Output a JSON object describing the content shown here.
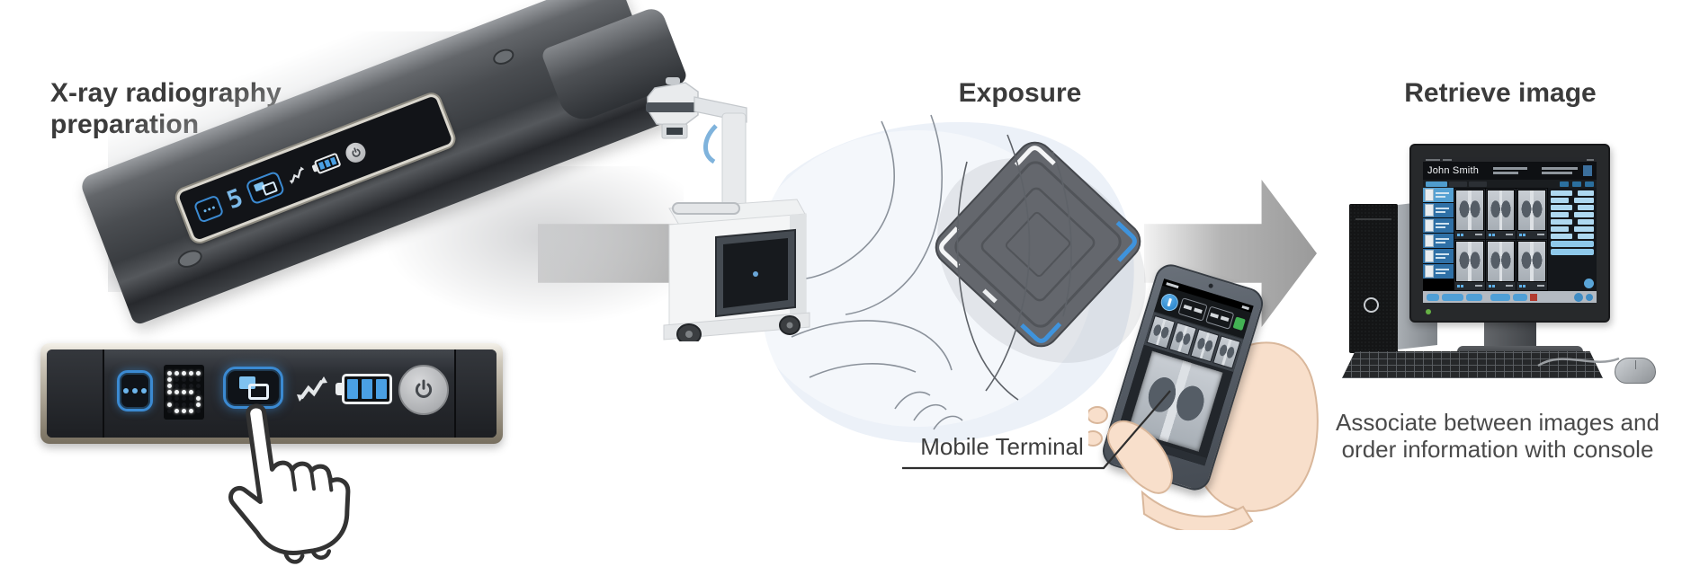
{
  "titles": {
    "prep_line1": "X-ray radiography",
    "prep_line2": "preparation",
    "exposure": "Exposure",
    "retrieve": "Retrieve image"
  },
  "captions": {
    "mobile_terminal": "Mobile Terminal",
    "retrieve_line1": "Associate between images and",
    "retrieve_line2": "order information with console"
  },
  "detector_panel": {
    "display_digit": "5",
    "battery_bars": 3,
    "icons": [
      "menu-dots-button",
      "dot-matrix-display",
      "image-transfer-button",
      "wireless-signal-icon",
      "battery-indicator",
      "power-button"
    ]
  },
  "console": {
    "patient_name": "John Smith",
    "patient_rows": 6,
    "image_grid_rows": 2,
    "image_grid_cols": 3
  },
  "phone": {
    "thumbnails": 4
  },
  "colors": {
    "accent_blue": "#3f93dc",
    "arrow_gray": "#9d9d9d",
    "title_text": "#3b3b3b",
    "caption_text": "#4a4a4a"
  }
}
